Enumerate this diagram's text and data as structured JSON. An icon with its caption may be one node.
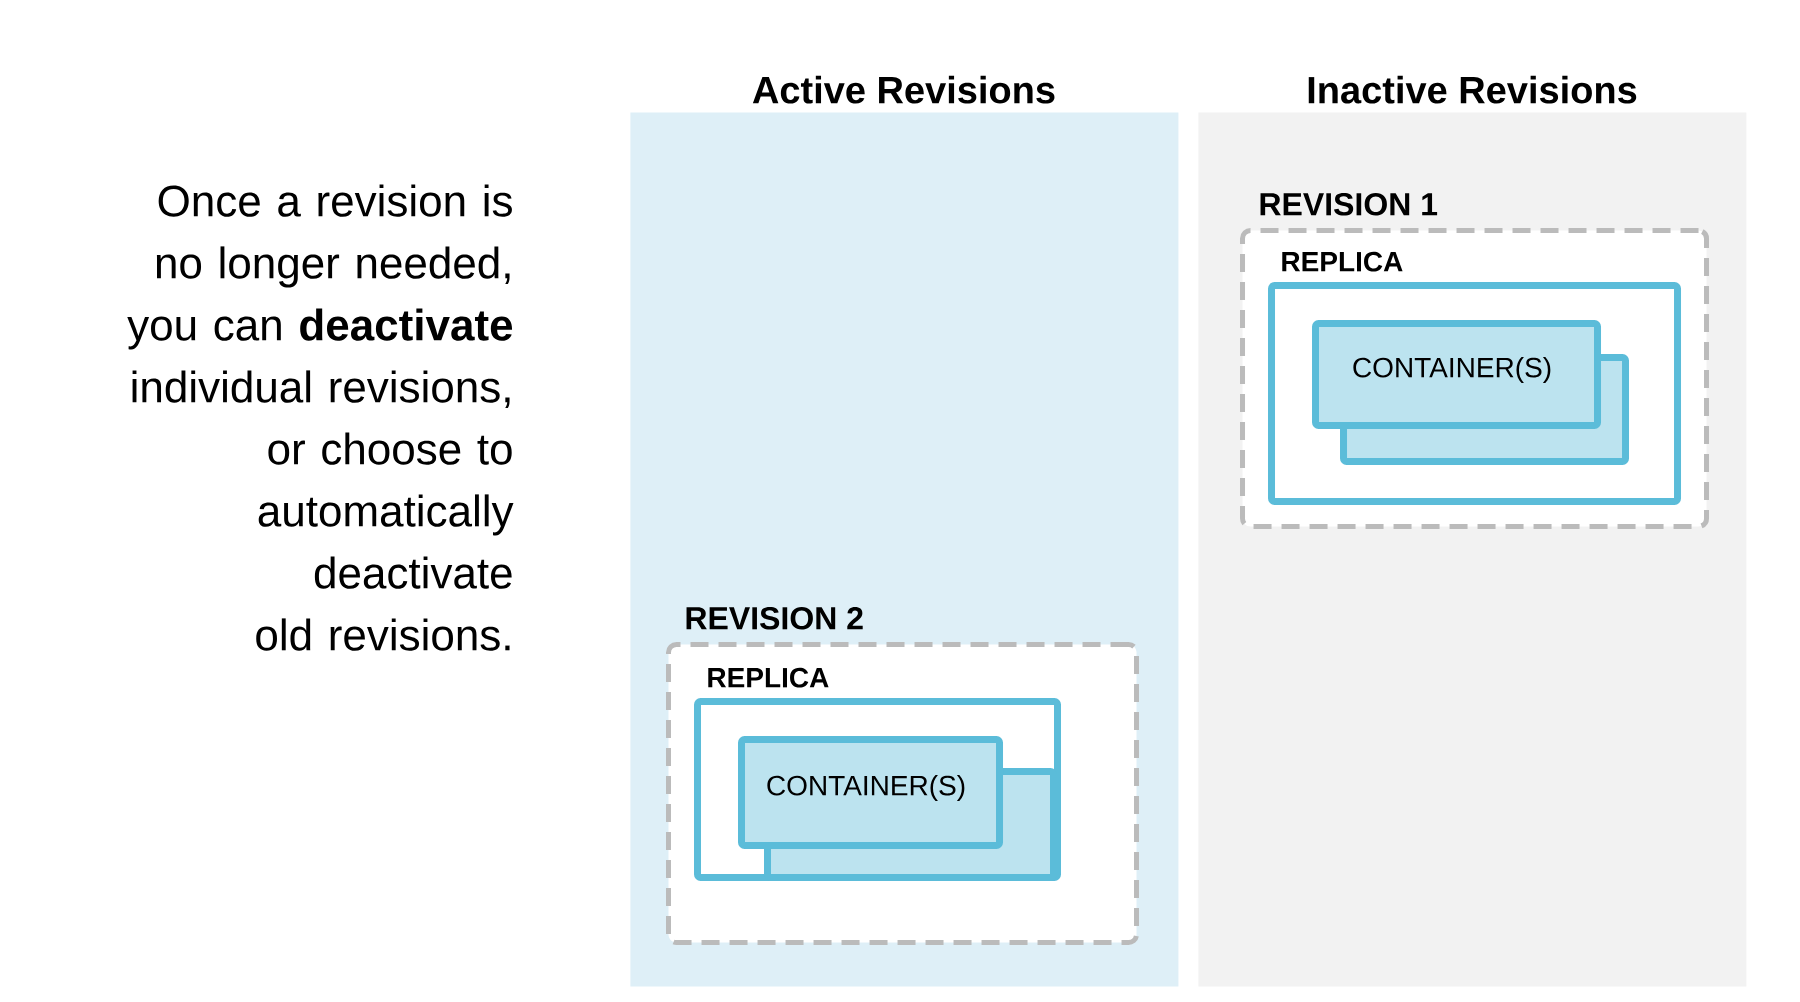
{
  "diagram": {
    "nodes": [
      {
        "text": [
          "Active Revisions"
        ]
      },
      {
        "text": [
          "REVISION 2"
        ],
        "in": 0
      },
      {
        "text": [
          "REPLICA"
        ],
        "in": 1
      },
      {
        "text": [
          "CONTAINER(S)"
        ],
        "in": 2
      },
      {
        "text": [],
        "shape": "box",
        "in": 2
      },
      {
        "text": [
          "Inactive Revisions"
        ]
      },
      {
        "text": [
          "REVISION 1"
        ],
        "in": 5
      },
      {
        "text": [
          "REPLICA"
        ],
        "in": 6
      },
      {
        "text": [
          "CONTAINER(S)"
        ],
        "in": 7
      },
      {
        "text": [],
        "shape": "box",
        "in": 7
      }
    ],
    "edges": [],
    "labels": [
      "Once a revision is no longer needed, you can **deactivate** individual revisions, or choose to automatically deactivate old revisions."
    ]
  }
}
